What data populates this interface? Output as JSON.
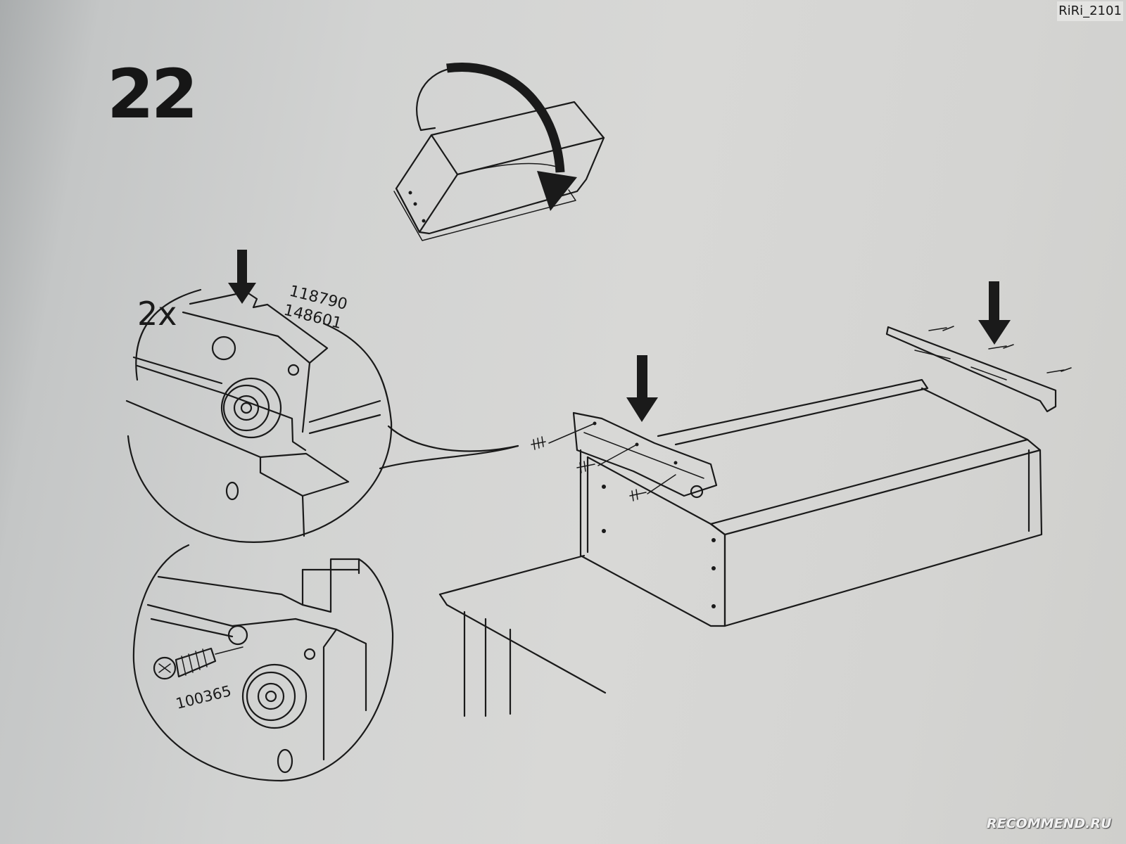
{
  "step": {
    "number": "22"
  },
  "callouts": {
    "quantity": "2x",
    "part_numbers_top": [
      "118790",
      "148601"
    ],
    "part_number_screw": "100365"
  },
  "watermarks": {
    "top_right": "RiRi_2101",
    "bottom_right": "RECOMMEND.RU"
  }
}
